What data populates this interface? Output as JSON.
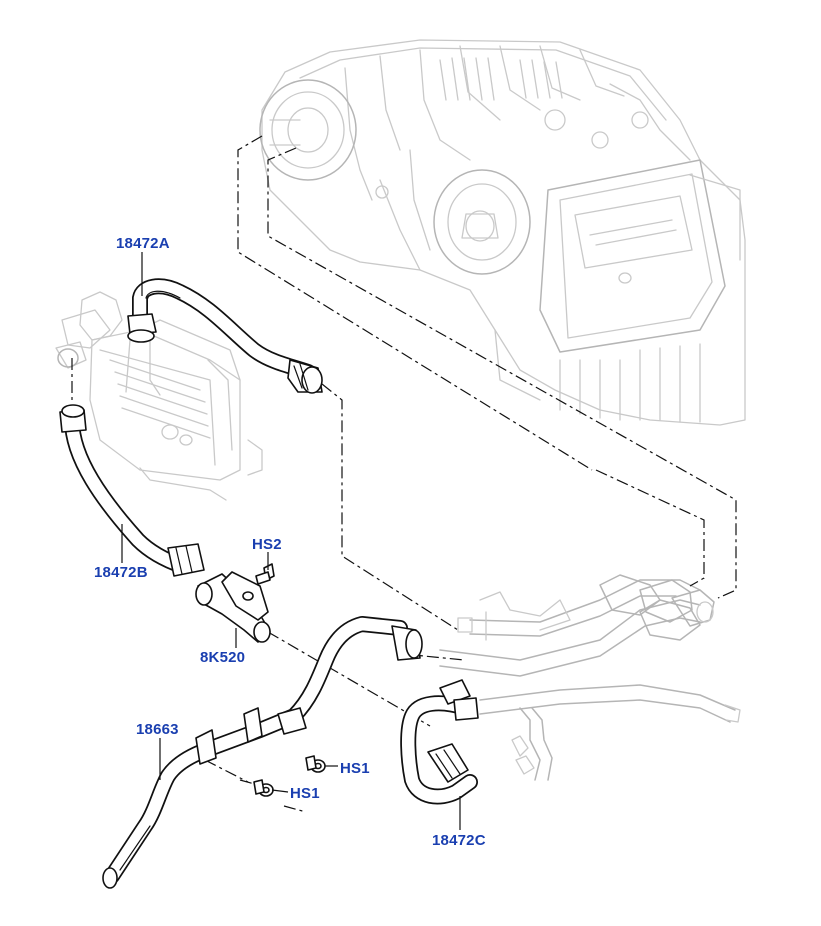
{
  "callouts": {
    "c18472a": "18472A",
    "c18472b": "18472B",
    "chs2": "HS2",
    "c8k520": "8K520",
    "c18663": "18663",
    "chs1a": "HS1",
    "chs1b": "HS1",
    "c18472c": "18472C"
  },
  "colors": {
    "callout_text": "#1a3fb0",
    "part_line": "#111111",
    "ghost_line": "#c9c9c9"
  }
}
